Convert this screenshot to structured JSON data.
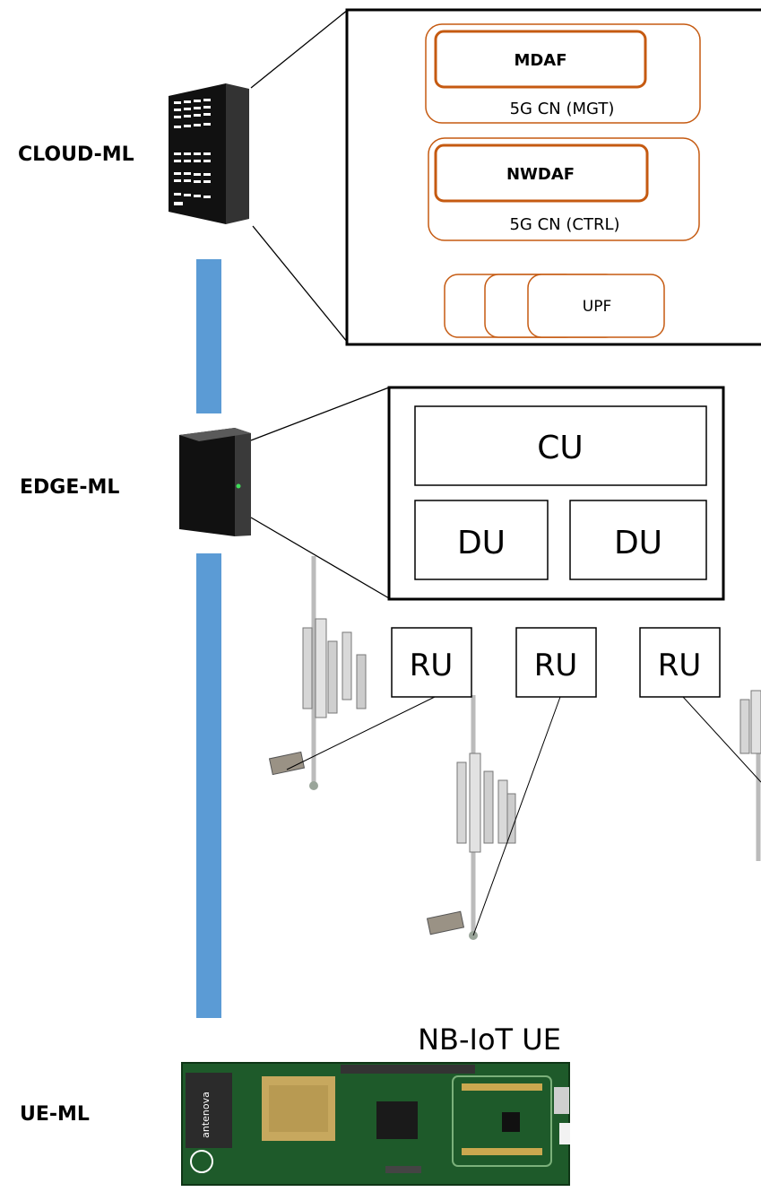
{
  "tiers": {
    "cloud": "CLOUD-ML",
    "edge": "EDGE-ML",
    "ue": "UE-ML"
  },
  "core_network": {
    "mdaf": "MDAF",
    "mgt": "5G CN (MGT)",
    "nwdaf": "NWDAF",
    "ctrl": "5G CN (CTRL)",
    "upf": "UPF"
  },
  "ran": {
    "cu": "CU",
    "du_left": "DU",
    "du_right": "DU",
    "ru_1": "RU",
    "ru_2": "RU",
    "ru_3": "RU"
  },
  "ue_device": {
    "title": "NB-IoT UE",
    "antenna_label": "antenova"
  },
  "colors": {
    "link": "#5b9bd5",
    "cn_accent": "#c55a11",
    "board": "#1e5a2a"
  }
}
